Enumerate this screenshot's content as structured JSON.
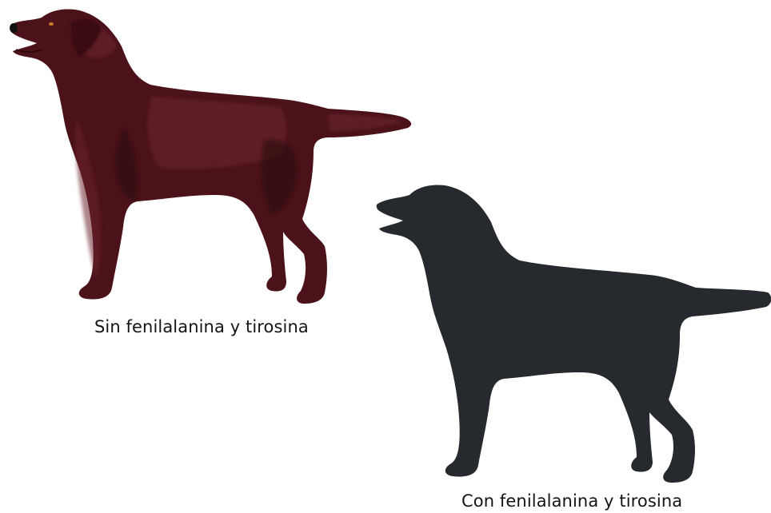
{
  "colors": {
    "red_dog_base": "#4b1219",
    "red_dog_highlight": "#6b2229",
    "red_dog_shadow": "#2e0a10",
    "black_dog": "#262a2e",
    "background": "#ffffff"
  },
  "figures": [
    {
      "caption": "Sin fenilalanina y tirosina",
      "coat": "chocolate-red"
    },
    {
      "caption": "Con fenilalanina y tirosina",
      "coat": "black"
    }
  ]
}
